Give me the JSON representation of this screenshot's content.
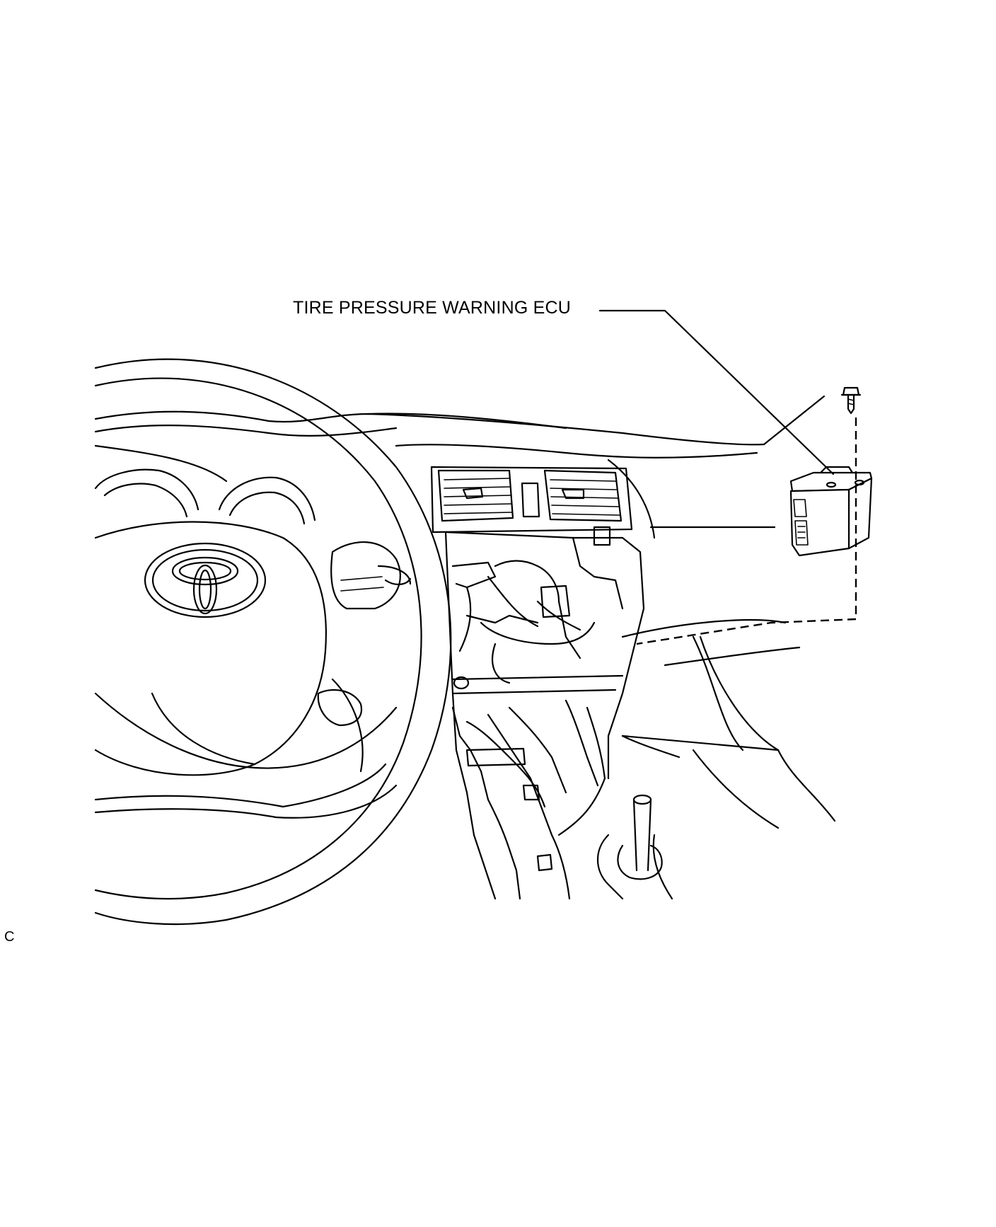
{
  "diagram": {
    "callouts": {
      "ecu_label": "TIRE PRESSURE WARNING ECU"
    },
    "corner_mark": "C",
    "parts": [
      {
        "name": "steering-wheel",
        "icon": "steering-wheel-icon"
      },
      {
        "name": "toyota-emblem",
        "icon": "toyota-logo-icon"
      },
      {
        "name": "instrument-cluster",
        "icon": "gauge-icon"
      },
      {
        "name": "center-air-vents",
        "icon": "vent-icon"
      },
      {
        "name": "wire-harness",
        "icon": "wire-icon"
      },
      {
        "name": "tire-pressure-warning-ecu",
        "icon": "ecu-module-icon"
      },
      {
        "name": "mounting-bolt",
        "icon": "bolt-icon"
      },
      {
        "name": "shift-lever",
        "icon": "shift-lever-icon"
      }
    ]
  }
}
